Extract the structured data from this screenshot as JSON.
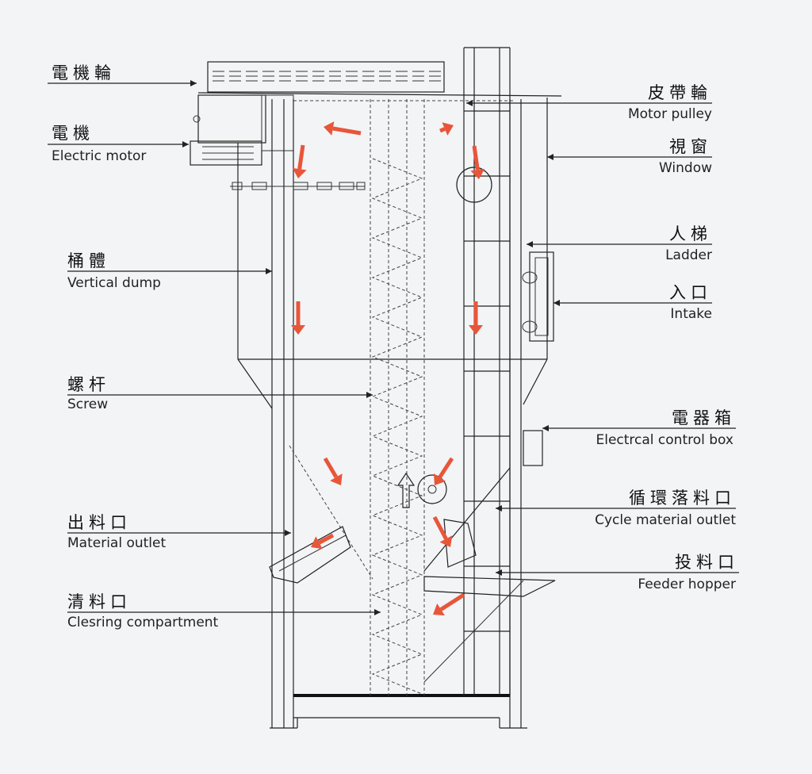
{
  "labels": {
    "left": [
      {
        "zh": "電機輪",
        "en": ""
      },
      {
        "zh": "電機",
        "en": "Electric motor"
      },
      {
        "zh": "桶體",
        "en": "Vertical dump"
      },
      {
        "zh": "螺杆",
        "en": "Screw"
      },
      {
        "zh": "出料口",
        "en": "Material outlet"
      },
      {
        "zh": "清料口",
        "en": "Clesring compartment"
      }
    ],
    "right": [
      {
        "zh": "皮帶輪",
        "en": "Motor pulley"
      },
      {
        "zh": "視窗",
        "en": "Window"
      },
      {
        "zh": "人梯",
        "en": "Ladder"
      },
      {
        "zh": "入口",
        "en": "Intake"
      },
      {
        "zh": "電器箱",
        "en": "Electrcal control box"
      },
      {
        "zh": "循環落料口",
        "en": "Cycle material outlet"
      },
      {
        "zh": "投料口",
        "en": "Feeder hopper"
      }
    ]
  },
  "colors": {
    "arrow": "#e8563a",
    "line": "#222222",
    "background": "#f3f4f6"
  }
}
